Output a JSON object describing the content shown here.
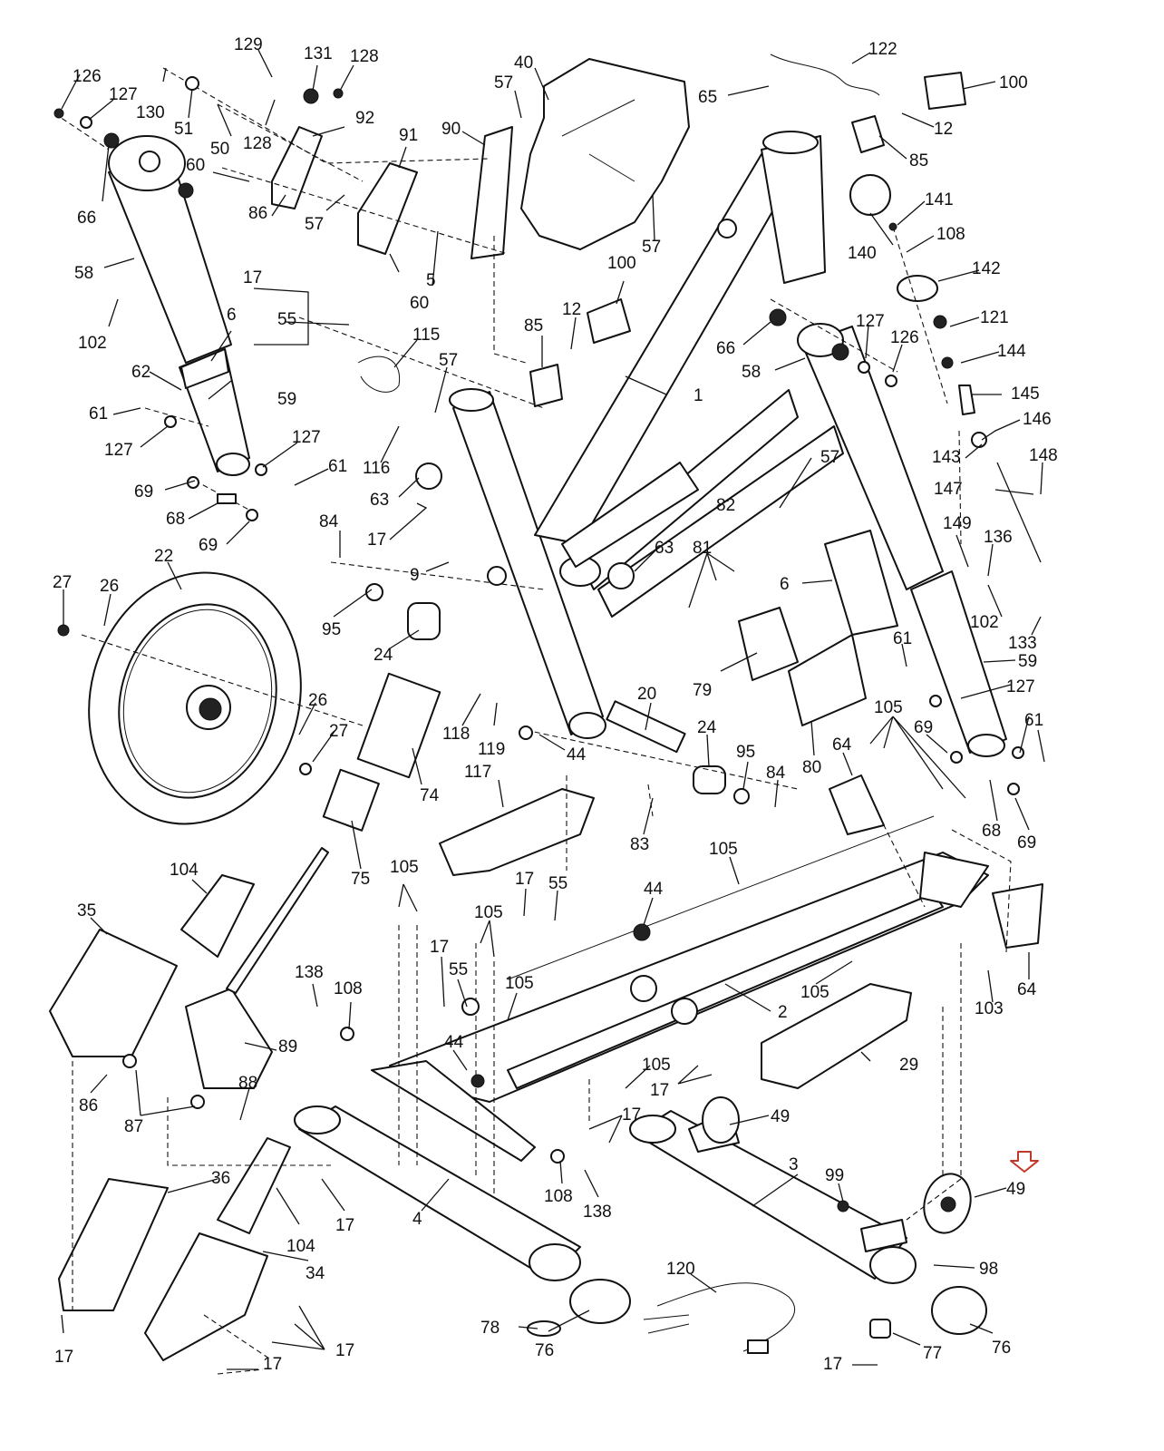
{
  "diagram": {
    "callouts": [
      "126",
      "127",
      "130",
      "129",
      "131",
      "128",
      "51",
      "128",
      "50",
      "92",
      "60",
      "66",
      "86",
      "57",
      "91",
      "90",
      "40",
      "57",
      "57",
      "65",
      "122",
      "100",
      "12",
      "85",
      "140",
      "141",
      "108",
      "142",
      "58",
      "102",
      "6",
      "17",
      "55",
      "115",
      "5",
      "60",
      "100",
      "12",
      "85",
      "57",
      "66",
      "58",
      "127",
      "126",
      "121",
      "144",
      "145",
      "146",
      "143",
      "148",
      "62",
      "59",
      "61",
      "127",
      "127",
      "61",
      "116",
      "1",
      "63",
      "57",
      "82",
      "147",
      "69",
      "68",
      "69",
      "84",
      "17",
      "9",
      "63",
      "81",
      "149",
      "136",
      "27",
      "26",
      "22",
      "95",
      "24",
      "6",
      "102",
      "133",
      "61",
      "59",
      "127",
      "26",
      "27",
      "118",
      "119",
      "44",
      "20",
      "24",
      "95",
      "84",
      "79",
      "80",
      "61",
      "105",
      "69",
      "64",
      "74",
      "117",
      "83",
      "68",
      "69",
      "75",
      "105",
      "104",
      "105",
      "17",
      "55",
      "44",
      "35",
      "105",
      "138",
      "108",
      "17",
      "55",
      "105",
      "2",
      "105",
      "64",
      "103",
      "89",
      "44",
      "29",
      "88",
      "86",
      "87",
      "105",
      "17",
      "17",
      "49",
      "36",
      "104",
      "17",
      "108",
      "138",
      "3",
      "99",
      "49",
      "4",
      "120",
      "98",
      "34",
      "17",
      "78",
      "76",
      "17",
      "77",
      "76",
      "17",
      "17"
    ],
    "marker_color": "#c0392b",
    "marker_icon": "down-arrow-outline"
  }
}
